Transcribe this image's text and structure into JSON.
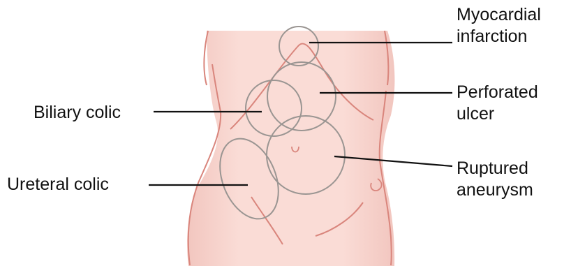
{
  "diagram": {
    "labels": {
      "myocardial_infarction": [
        "Myocardial",
        "infarction"
      ],
      "perforated_ulcer": [
        "Perforated",
        "ulcer"
      ],
      "ruptured_aneurysm": [
        "Ruptured",
        "aneurysm"
      ],
      "biliary_colic": "Biliary colic",
      "ureteral_colic": "Ureteral colic"
    },
    "colors": {
      "skin_fill": "#f8d7d1",
      "skin_outline": "#d9857c",
      "region_outline": "#9a9592",
      "leader_line": "#111111",
      "label_text": "#111111"
    }
  }
}
